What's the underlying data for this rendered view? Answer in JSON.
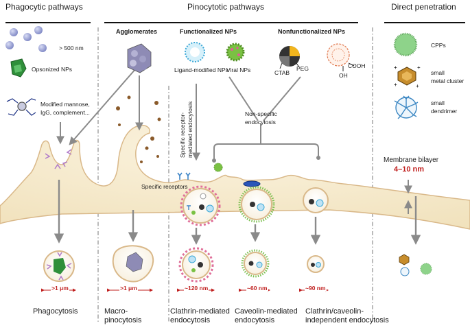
{
  "headers": {
    "phagocytic": "Phagocytic pathways",
    "pinocytotic": "Pinocytotic pathways",
    "direct": "Direct penetration"
  },
  "subheaders": {
    "agglomerates": "Agglomerates",
    "functionalized": "Functionalized NPs",
    "nonfunctionalized": "Nonfunctionalized NPs"
  },
  "labels": {
    "size_500": "> 500 nm",
    "opsonized": "Opsonized  NPs",
    "modified_1": "Modified mannose,",
    "modified_2": "IgG, complement...",
    "ligand": "Ligand-modified NPs",
    "viral": "Viral NPs",
    "ctab": "CTAB",
    "peg": "PEG",
    "cooh": "COOH",
    "oh": "OH",
    "cpps": "CPPs",
    "metal_1": "small",
    "metal_2": "metal cluster",
    "dendrimer_1": "small",
    "dendrimer_2": "dendrimer",
    "specific_receptor_1": "Specific receptor-",
    "specific_receptor_2": "mediated endocytosis",
    "nonspecific_1": "Non-specific",
    "nonspecific_2": "endocytosis",
    "membrane": "Membrane bilayer",
    "thickness": "4–10 nm",
    "specific_receptors": "Specific receptors"
  },
  "scales": {
    "phago": ">1 μm",
    "macro": ">1 μm",
    "clathrin": "~120 nm",
    "caveolin": "~60 nm",
    "independent": "~90 nm"
  },
  "captions": {
    "phago": "Phagocytosis",
    "macro": "Macro-\npinocytosis",
    "clathrin": "Clathrin-mediated\nendocytosis",
    "caveolin": "Caveolin-mediated\nendocytosis",
    "independent": "Clathrin/caveolin-\nindependent endocytosis"
  },
  "colors": {
    "cytoplasm": "#f6ecd2",
    "membrane": "#d9b889",
    "arrow": "#8a8a8a",
    "accent_red": "#c0201f",
    "clathrin": "#e0709a",
    "caveolin": "#7cc050"
  }
}
